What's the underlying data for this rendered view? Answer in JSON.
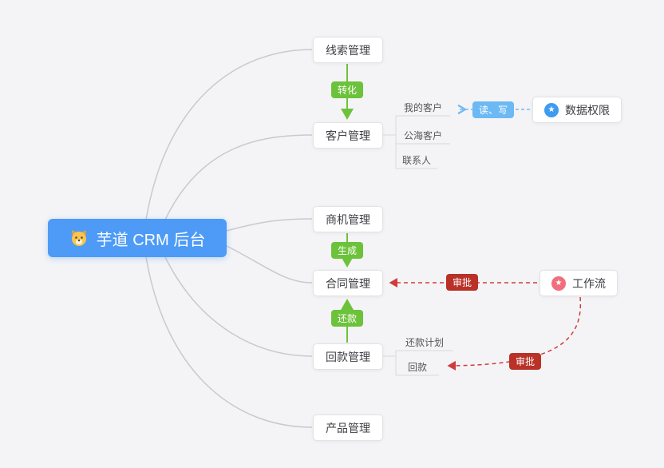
{
  "root": {
    "label": "芋道 CRM 后台"
  },
  "modules": [
    {
      "label": "线索管理"
    },
    {
      "label": "客户管理",
      "children": [
        "我的客户",
        "公海客户",
        "联系人"
      ]
    },
    {
      "label": "商机管理"
    },
    {
      "label": "合同管理"
    },
    {
      "label": "回款管理",
      "children": [
        "还款计划",
        "回款"
      ]
    },
    {
      "label": "产品管理"
    }
  ],
  "badges": {
    "convert": {
      "label": "转化"
    },
    "generate": {
      "label": "生成"
    },
    "repay": {
      "label": "还款"
    },
    "read_write": {
      "label": "读、写"
    },
    "approve_contract": {
      "label": "审批"
    },
    "approve_receivable": {
      "label": "审批"
    }
  },
  "side_nodes": [
    {
      "label": "数据权限",
      "glyph": "★"
    },
    {
      "label": "工作流",
      "glyph": "★"
    }
  ],
  "colors": {
    "root_bg": "#4d9bf6",
    "green_badge": "#6dc23b",
    "blue_badge": "#6db9f4",
    "red_badge": "#b93127",
    "green_line": "#6dc23b",
    "blue_line": "#72b8f3",
    "red_line": "#d23b3b",
    "gray_line": "#c9c9ce"
  }
}
